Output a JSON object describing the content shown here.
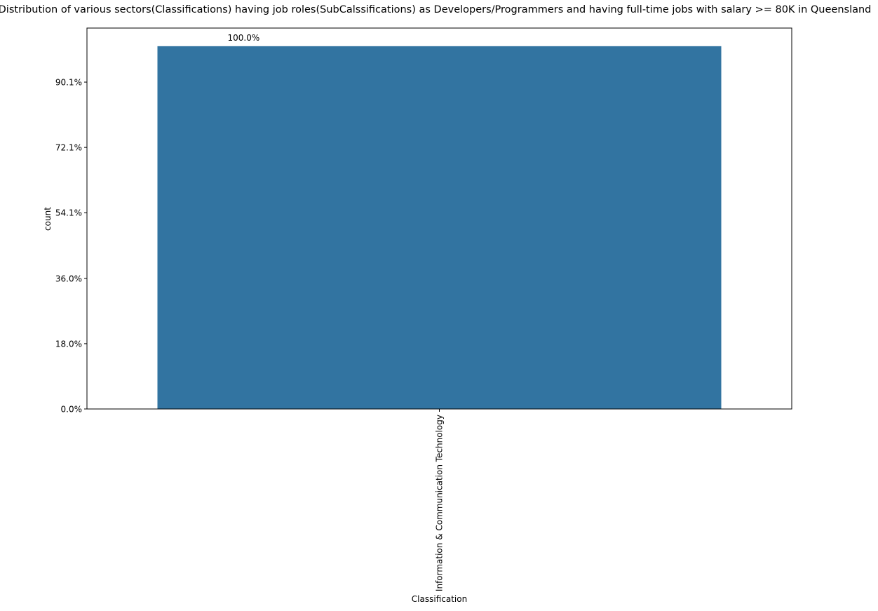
{
  "chart_data": {
    "type": "bar",
    "title": "Distribution of various sectors(Classifications) having job roles(SubCalssifications) as Developers/Programmers and having full-time jobs with salary >= 80K in Queensland",
    "xlabel": "Classification",
    "ylabel": "count",
    "categories": [
      "Information & Communication Technology"
    ],
    "values": [
      100.0
    ],
    "data_labels": [
      "100.0%"
    ],
    "yticks": [
      0.0,
      18.0,
      36.0,
      54.1,
      72.1,
      90.1
    ],
    "ytick_labels": [
      "0.0%",
      "18.0%",
      "36.0%",
      "54.1%",
      "72.1%",
      "90.1%"
    ],
    "ylim": [
      0,
      105.0
    ],
    "bar_color": "#3274a1",
    "grid": false,
    "legend": "none"
  }
}
